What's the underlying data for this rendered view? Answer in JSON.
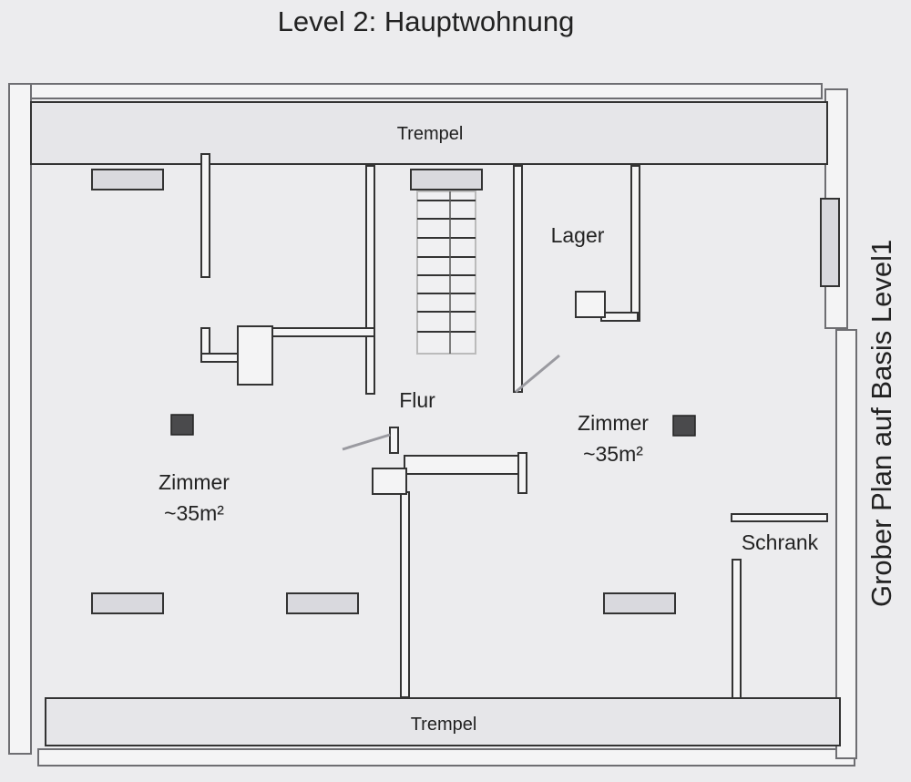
{
  "title": "Level 2: Hauptwohnung",
  "side_note": "Grober Plan auf Basis Level1",
  "rooms": {
    "trempel_top": "Trempel",
    "trempel_bottom": "Trempel",
    "lager": "Lager",
    "flur": "Flur",
    "zimmer_left": {
      "name": "Zimmer",
      "area": "~35m²"
    },
    "zimmer_right": {
      "name": "Zimmer",
      "area": "~35m²"
    },
    "schrank": "Schrank"
  },
  "colors": {
    "wall_fill": "#ececee",
    "wall_stroke": "#333333",
    "outer_wall": "#8a8a8e",
    "window_fill": "#d9d9de",
    "trempel_fill": "#e4e4e7",
    "column_fill": "#4a4a4c",
    "door_line": "#9a9aa0"
  }
}
